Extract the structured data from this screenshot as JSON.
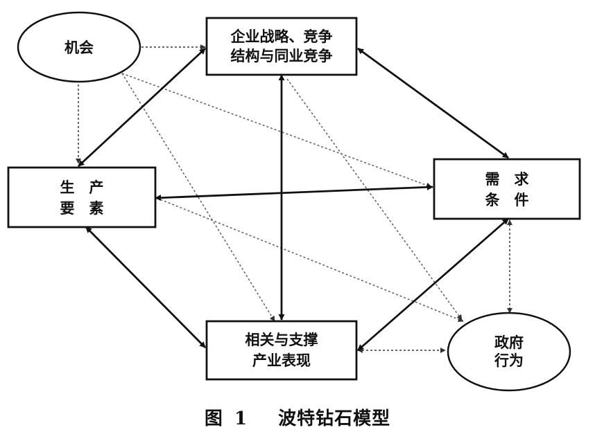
{
  "nodes": {
    "chance": {
      "label": "机会"
    },
    "strategy": {
      "line1": "企业战略、竞争",
      "line2": "结构与同业竞争"
    },
    "factor": {
      "line1": "生　产",
      "line2": "要　素"
    },
    "demand": {
      "line1": "需　求",
      "line2": "条　件"
    },
    "related": {
      "line1": "相关与支撑",
      "line2": "产业表现"
    },
    "government": {
      "line1": "政府",
      "line2": "行为"
    }
  },
  "caption": {
    "prefix": "图",
    "number": "1",
    "title": "波特钻石模型"
  },
  "colors": {
    "stroke": "#111111",
    "dotted": "#666666"
  }
}
